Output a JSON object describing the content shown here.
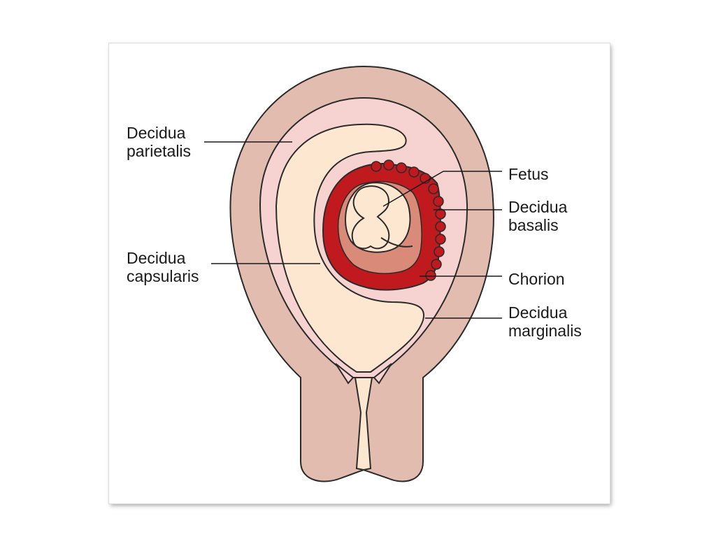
{
  "labels": {
    "decidua_parietalis": [
      "Decidua",
      "parietalis"
    ],
    "decidua_capsularis": [
      "Decidua",
      "capsularis"
    ],
    "fetus": [
      "Fetus"
    ],
    "decidua_basalis": [
      "Decidua",
      "basalis"
    ],
    "chorion": [
      "Chorion"
    ],
    "decidua_marginalis": [
      "Decidua",
      "marginalis"
    ]
  },
  "colors": {
    "uterine_wall": "#e2bcae",
    "decidua": "#f6d2d0",
    "uterine_cavity": "#fde7d0",
    "chorion": "#c0191e",
    "chorionic_cavity": "#d98a78",
    "fetus": "#fde7d0",
    "outline": "#2b2b2b"
  }
}
